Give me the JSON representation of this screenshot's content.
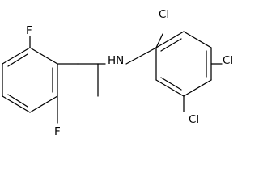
{
  "structure": {
    "atom_labels": {
      "fluorine_top": "F",
      "fluorine_bottom": "F",
      "nh": "HN",
      "chlorine_ortho": "Cl",
      "chlorine_para": "Cl",
      "chlorine_meta": "Cl"
    }
  },
  "colors": {
    "bond": "#000000",
    "label": "#000000",
    "background": "#ffffff"
  }
}
